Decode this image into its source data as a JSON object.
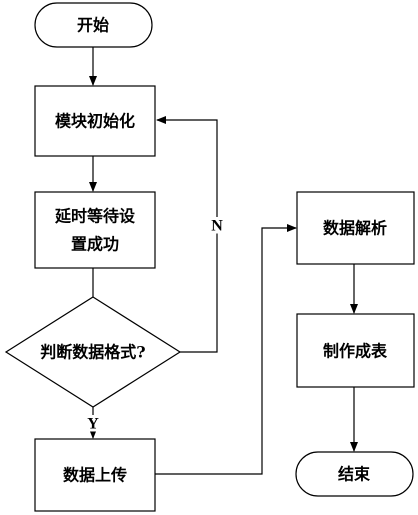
{
  "nodes": {
    "start": {
      "label": "开始"
    },
    "init": {
      "label": "模块初始化"
    },
    "delay": {
      "label_line1": "延时等待设",
      "label_line2": "置成功"
    },
    "check": {
      "label": "判断数据格式?"
    },
    "upload": {
      "label": "数据上传"
    },
    "parse": {
      "label": "数据解析"
    },
    "report": {
      "label": "制作成表"
    },
    "end": {
      "label": "结束"
    }
  },
  "edges": {
    "no_label": "N",
    "yes_label": "Y"
  },
  "colors": {
    "stroke": "#000000",
    "fill": "#ffffff",
    "text": "#000000"
  }
}
